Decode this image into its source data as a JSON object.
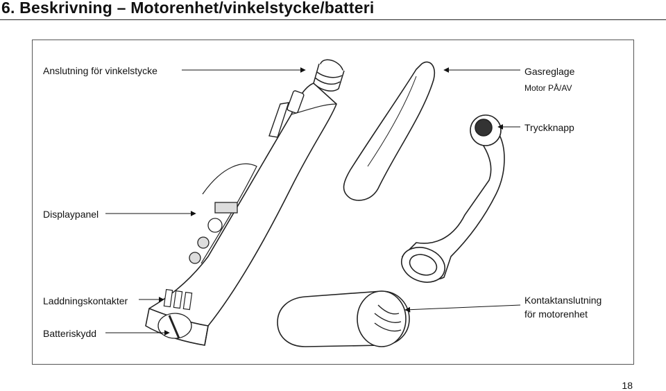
{
  "page": {
    "title": "6. Beskrivning – Motorenhet/vinkelstycke/batteri",
    "page_number": "18"
  },
  "labels": {
    "anslutning": "Anslutning för vinkelstycke",
    "gasreglage": "Gasreglage",
    "motor": "Motor PÅ/AV",
    "tryckknapp": "Tryckknapp",
    "displaypanel": "Displaypanel",
    "laddning": "Laddningskontakter",
    "batteriskydd": "Batteriskydd",
    "kontakt_line1": "Kontaktanslutning",
    "kontakt_line2": "för motorenhet"
  }
}
